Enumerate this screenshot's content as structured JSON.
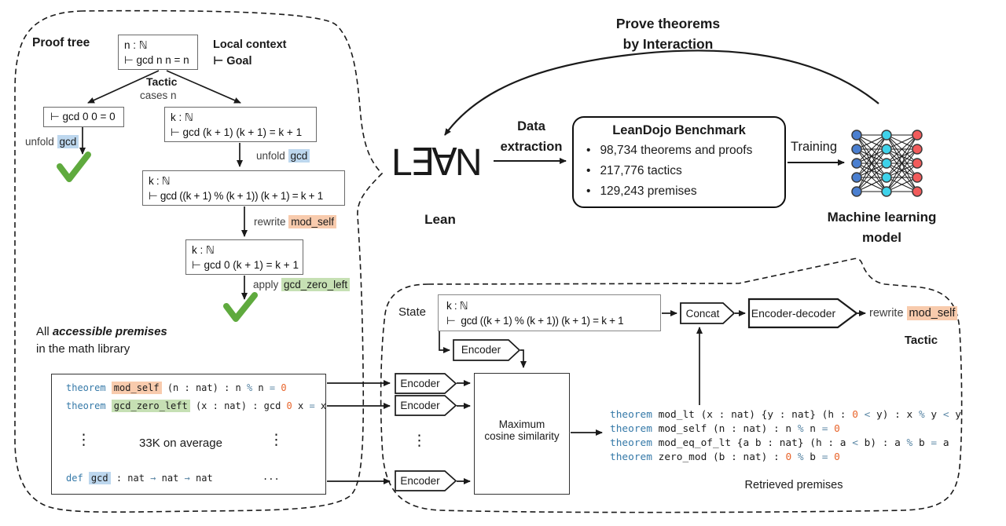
{
  "colors": {
    "highlight_blue": "#bdd7ee",
    "highlight_orange": "#f8cbad",
    "highlight_green": "#c6e0b4",
    "keyword_blue": "#3579a8",
    "number_orange": "#e8652c",
    "operator_blue_gray": "#5b87a5",
    "check_green": "#5faa3e",
    "nn_input_blue": "#4a7fd0",
    "nn_hidden_cyan": "#3fd2ea",
    "nn_output_red": "#f15b5b"
  },
  "top": {
    "title_line1": "Prove theorems",
    "title_line2": "by Interaction",
    "lean_logo_text": "L∃∀N",
    "lean_label": "Lean",
    "data_extraction_line1": "Data",
    "data_extraction_line2": "extraction",
    "benchmark": {
      "title": "LeanDojo Benchmark",
      "bullets": [
        "98,734 theorems and proofs",
        "217,776 tactics",
        "129,243 premises"
      ]
    },
    "training_label": "Training",
    "ml_model_line1": "Machine learning",
    "ml_model_line2": "model"
  },
  "network": {
    "layers": [
      5,
      5,
      5
    ],
    "layer_colors": [
      "#4a7fd0",
      "#3fd2ea",
      "#f15b5b"
    ]
  },
  "proof_tree": {
    "label": "Proof tree",
    "local_context_label": "Local context",
    "goal_label": "⊢ Goal",
    "tactic_label": "Tactic",
    "root": {
      "line1": "n : ℕ",
      "line2": "⊢ gcd n n = n"
    },
    "left_leaf": "⊢ gcd 0 0 = 0",
    "right": {
      "line1": "k : ℕ",
      "line2": "⊢ gcd (k + 1) (k + 1) = k + 1"
    },
    "mid": {
      "line1": "k : ℕ",
      "line2": "⊢ gcd ((k + 1) % (k + 1)) (k + 1) = k + 1"
    },
    "low": {
      "line1": "k : ℕ",
      "line2": "⊢ gcd 0 (k + 1) = k + 1"
    },
    "tactics": {
      "cases": "cases n",
      "unfold_prefix": "unfold ",
      "unfold_name": "gcd",
      "rewrite_prefix": "rewrite ",
      "rewrite_name": "mod_self",
      "apply_prefix": "apply ",
      "apply_name": "gcd_zero_left"
    }
  },
  "premises": {
    "heading_pre": "All ",
    "heading_em": "accessible premises",
    "heading_line2": "in the math library",
    "avg_label": "33K on average",
    "vdots": "⋮",
    "hdots": "...",
    "line1": [
      {
        "c": "kw",
        "t": "theorem "
      },
      {
        "c": "hl-orange",
        "t": "mod_self"
      },
      {
        "c": "",
        "t": " (n : nat) : n "
      },
      {
        "c": "op",
        "t": "%"
      },
      {
        "c": "",
        "t": " n "
      },
      {
        "c": "op",
        "t": "="
      },
      {
        "c": "num",
        "t": " 0"
      }
    ],
    "line2": [
      {
        "c": "kw",
        "t": "theorem "
      },
      {
        "c": "hl-green",
        "t": "gcd_zero_left"
      },
      {
        "c": "",
        "t": " (x : nat) : gcd "
      },
      {
        "c": "num",
        "t": "0"
      },
      {
        "c": "",
        "t": " x "
      },
      {
        "c": "op",
        "t": "="
      },
      {
        "c": "",
        "t": " x"
      }
    ],
    "line4": [
      {
        "c": "kw",
        "t": "def "
      },
      {
        "c": "hl-blue",
        "t": "gcd"
      },
      {
        "c": "",
        "t": " : nat "
      },
      {
        "c": "op",
        "t": "→"
      },
      {
        "c": "",
        "t": " nat "
      },
      {
        "c": "op",
        "t": "→"
      },
      {
        "c": "",
        "t": " nat"
      }
    ]
  },
  "retrieval": {
    "state_label": "State",
    "state_line1": "k : ℕ",
    "state_line2": "⊢  gcd ((k + 1) % (k + 1)) (k + 1) = k + 1",
    "encoder_label": "Encoder",
    "concat_label": "Concat",
    "encdec_label": "Encoder-decoder",
    "tactic_prefix": "rewrite ",
    "tactic_name": "mod_self",
    "tactic_label": "Tactic",
    "maxcos_line1": "Maximum",
    "maxcos_line2": "cosine similarity",
    "vdots": "⋮",
    "retrieved_label": "Retrieved premises",
    "r1": [
      {
        "c": "kw",
        "t": "theorem "
      },
      {
        "c": "",
        "t": "mod_lt (x : nat) {y : nat} (h : "
      },
      {
        "c": "num",
        "t": "0"
      },
      {
        "c": "op",
        "t": " <"
      },
      {
        "c": "",
        "t": " y) : x "
      },
      {
        "c": "op",
        "t": "%"
      },
      {
        "c": "",
        "t": " y "
      },
      {
        "c": "op",
        "t": "<"
      },
      {
        "c": "",
        "t": " y"
      }
    ],
    "r2": [
      {
        "c": "kw",
        "t": "theorem "
      },
      {
        "c": "",
        "t": "mod_self (n : nat) : n "
      },
      {
        "c": "op",
        "t": "%"
      },
      {
        "c": "",
        "t": " n "
      },
      {
        "c": "op",
        "t": "="
      },
      {
        "c": "num",
        "t": " 0"
      }
    ],
    "r3": [
      {
        "c": "kw",
        "t": "theorem "
      },
      {
        "c": "",
        "t": "mod_eq_of_lt {a b : nat} (h : a "
      },
      {
        "c": "op",
        "t": "<"
      },
      {
        "c": "",
        "t": " b) : a "
      },
      {
        "c": "op",
        "t": "%"
      },
      {
        "c": "",
        "t": " b "
      },
      {
        "c": "op",
        "t": "="
      },
      {
        "c": "",
        "t": " a"
      }
    ],
    "r4": [
      {
        "c": "kw",
        "t": "theorem "
      },
      {
        "c": "",
        "t": "zero_mod (b : nat) : "
      },
      {
        "c": "num",
        "t": "0"
      },
      {
        "c": "",
        "t": " "
      },
      {
        "c": "op",
        "t": "%"
      },
      {
        "c": "",
        "t": " b "
      },
      {
        "c": "op",
        "t": "="
      },
      {
        "c": "num",
        "t": " 0"
      }
    ]
  }
}
